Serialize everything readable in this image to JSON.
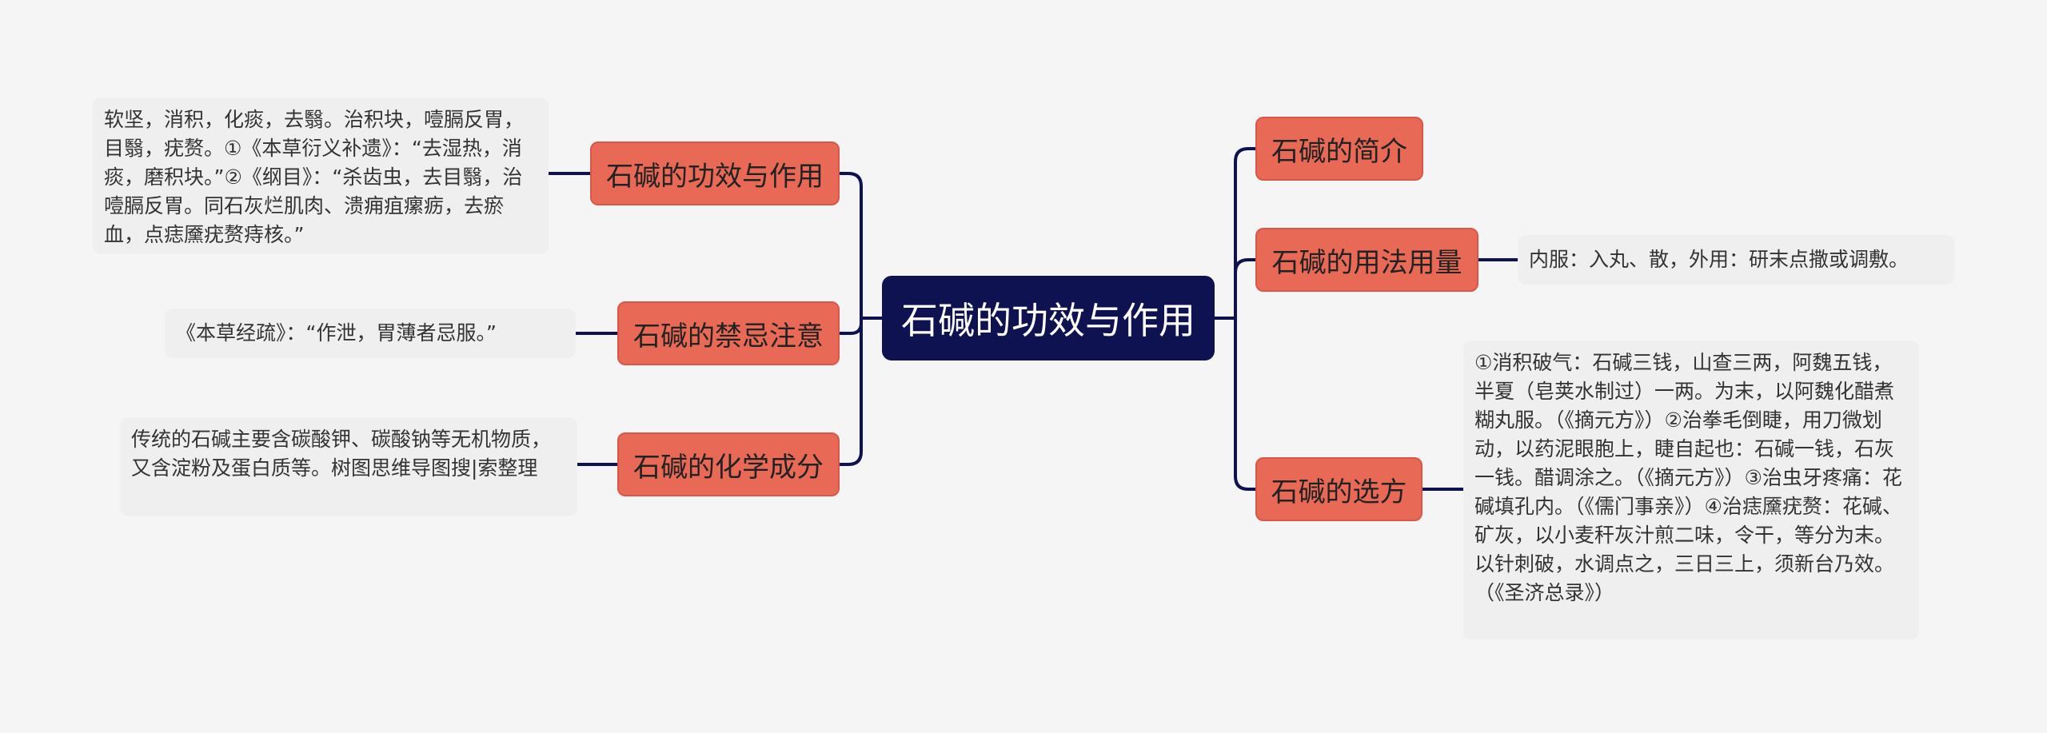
{
  "root": {
    "label": "石碱的功效与作用"
  },
  "branches": {
    "effects": {
      "label": "石碱的功效与作用",
      "detail": "软坚，消积，化痰，去翳。治积块，噎膈反胃，目翳，疣赘。①《本草衍义补遗》：“去湿热，消痰，磨积块。”②《纲目》：“杀齿虫，去目翳，治噎膈反胃。同石灰烂肌肉、溃痈疽瘰疬，去瘀血，点痣黡疣赘痔核。”"
    },
    "contraindications": {
      "label": "石碱的禁忌注意",
      "detail": "《本草经疏》：“作泄，胃薄者忌服。”"
    },
    "chemistry": {
      "label": "石碱的化学成分",
      "detail": "传统的石碱主要含碳酸钾、碳酸钠等无机物质，又含淀粉及蛋白质等。树图思维导图搜|索整理"
    },
    "intro": {
      "label": "石碱的简介"
    },
    "usage": {
      "label": "石碱的用法用量",
      "detail": "内服：入丸、散，外用：研末点撒或调敷。"
    },
    "prescriptions": {
      "label": "石碱的选方",
      "detail": "①消积破气：石碱三钱，山查三两，阿魏五钱，半夏（皂荚水制过）一两。为末，以阿魏化醋煮糊丸服。（《摘元方》）②治拳毛倒睫，用刀微划动，以药泥眼胞上，睫自起也：石碱一钱，石灰一钱。醋调涂之。（《摘元方》）③治虫牙疼痛：花碱填孔内。（《儒门事亲》）④治痣黡疣赘：花碱、矿灰，以小麦秆灰汁煎二味，令干，等分为末。以针刺破，水调点之，三日三上，须新台乃效。（《圣济总录》）"
    }
  },
  "colors": {
    "root_bg": "#0f1251",
    "branch_bg": "#e86a56",
    "leaf_bg": "#efefef",
    "line": "#0f1251",
    "background": "#f5f5f5"
  }
}
